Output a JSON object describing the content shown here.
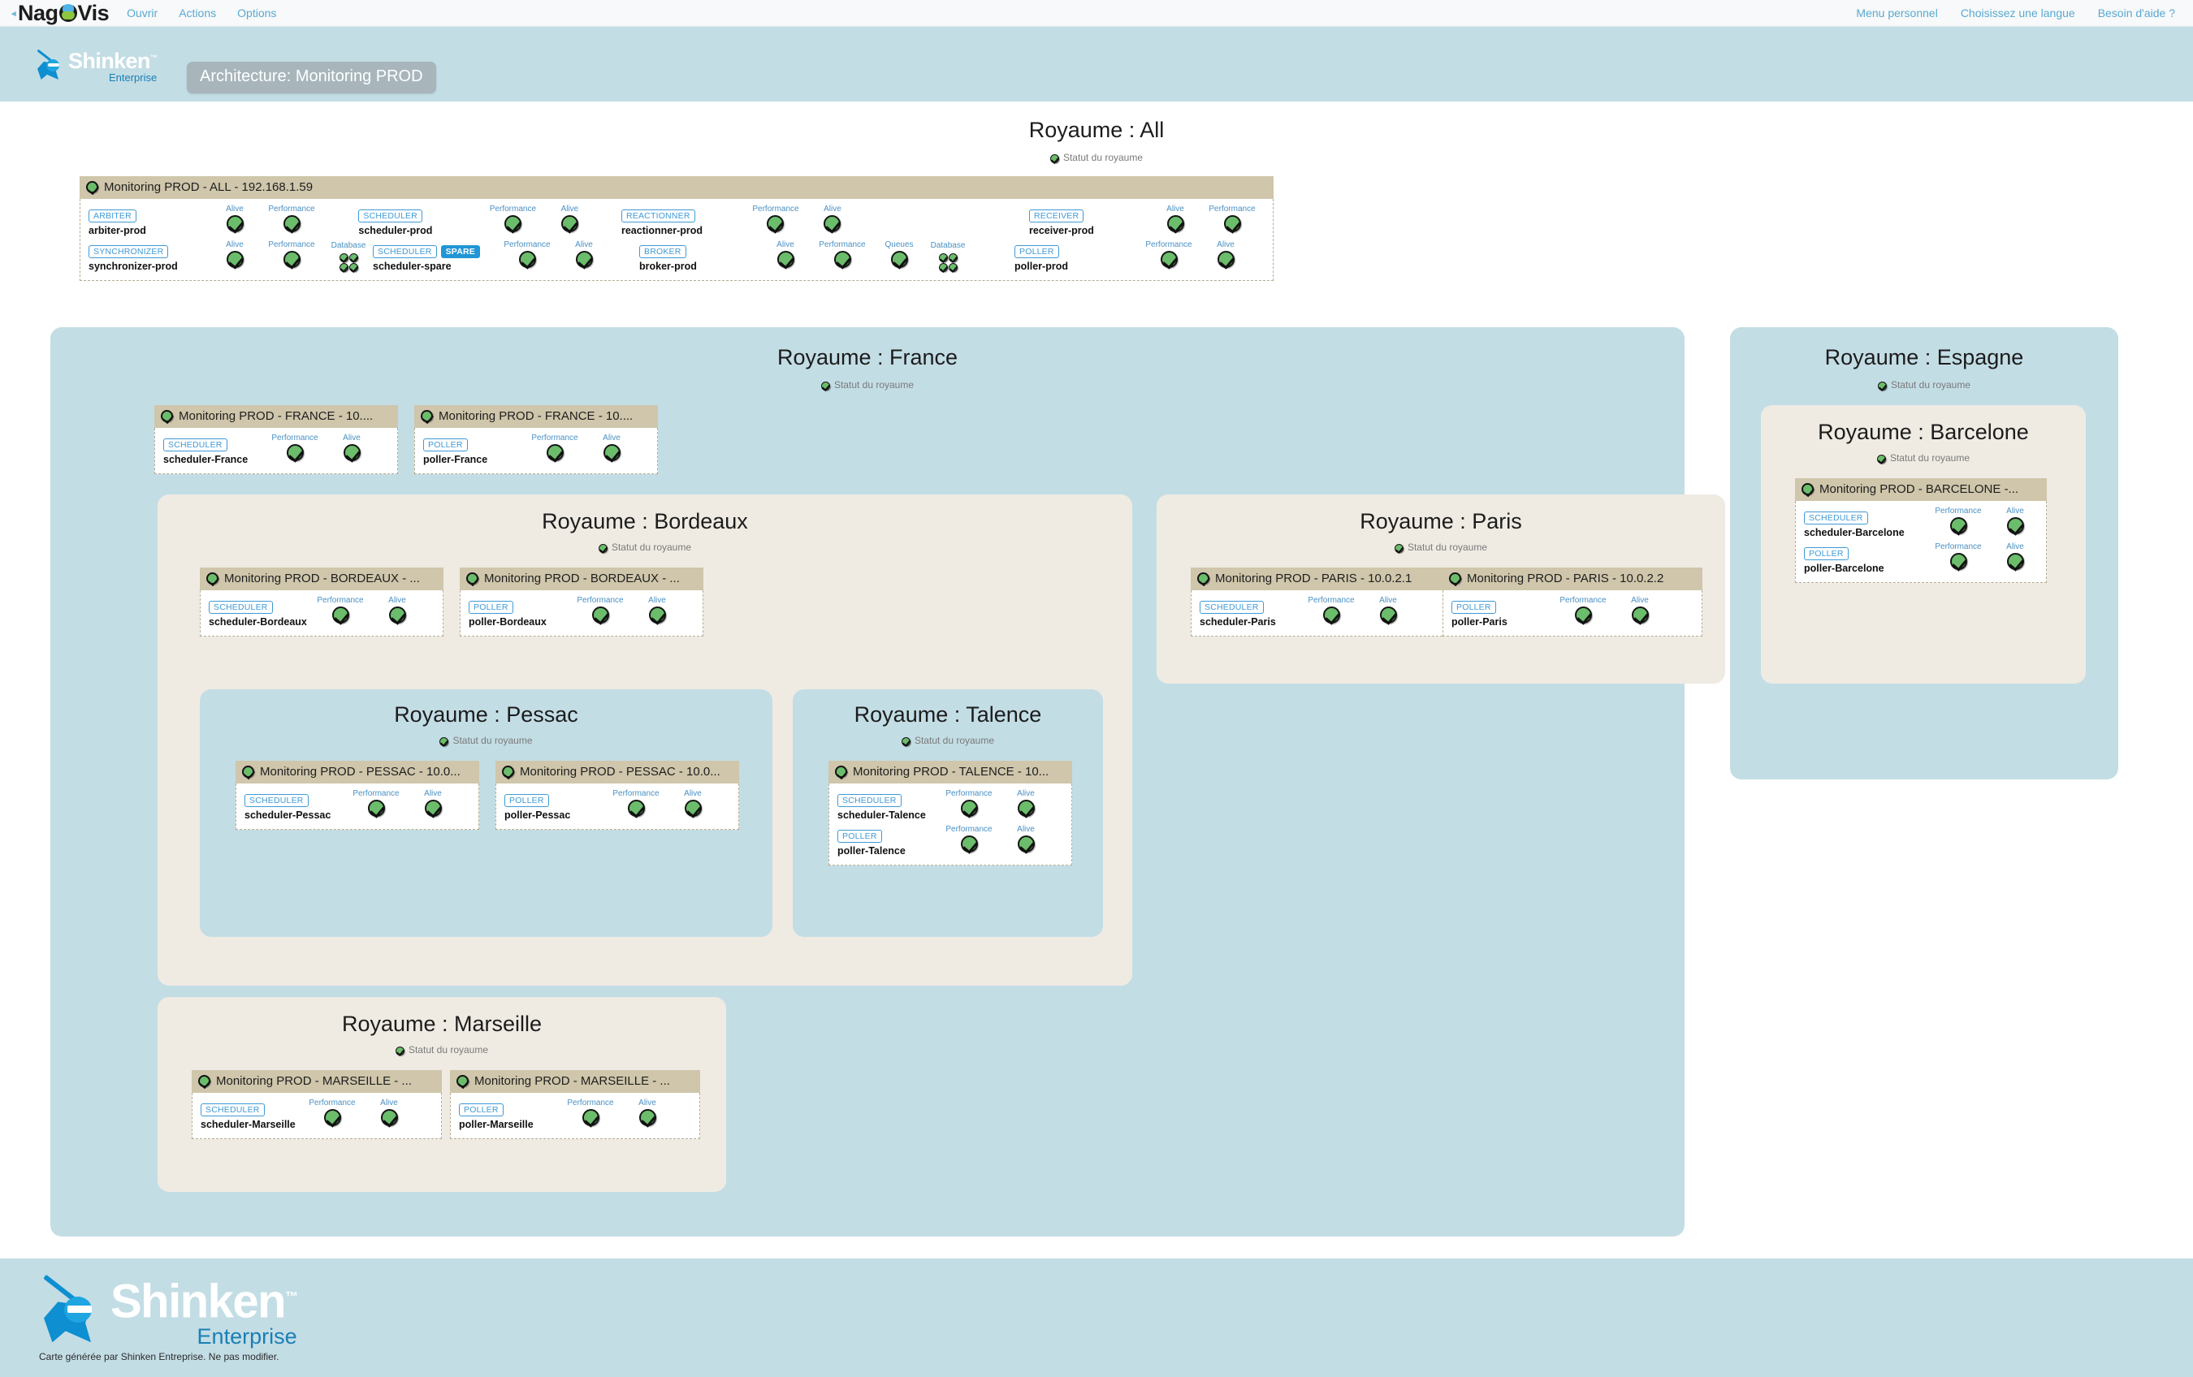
{
  "topbar": {
    "brand": "NagVis",
    "menu_left": [
      "Ouvrir",
      "Actions",
      "Options"
    ],
    "menu_right": [
      "Menu personnel",
      "Choisissez une langue",
      "Besoin d'aide ?"
    ]
  },
  "header": {
    "product": "Shinken",
    "product_tm": "™",
    "edition": "Enterprise",
    "map_title": "Architecture: Monitoring PROD"
  },
  "labels": {
    "realm_status": "Statut du royaume",
    "alive": "Alive",
    "performance": "Performance",
    "database": "Database",
    "queues": "Queues"
  },
  "tags": {
    "arbiter": "ARBITER",
    "synchronizer": "SYNCHRONIZER",
    "scheduler": "SCHEDULER",
    "spare": "SPARE",
    "reactionner": "REACTIONNER",
    "broker": "BROKER",
    "receiver": "RECEIVER",
    "poller": "POLLER"
  },
  "realms": {
    "all": {
      "title": "Royaume : All",
      "host": "Monitoring PROD - ALL - 192.168.1.59",
      "daemons": [
        {
          "tag": "ARBITER",
          "name": "arbiter-prod",
          "services": [
            "Alive",
            "Performance"
          ]
        },
        {
          "tag": "SYNCHRONIZER",
          "name": "synchronizer-prod",
          "services": [
            "Alive",
            "Performance",
            "Database"
          ]
        },
        {
          "tag": "SCHEDULER",
          "name": "scheduler-prod",
          "services": [
            "Performance",
            "Alive"
          ]
        },
        {
          "tag": "SCHEDULER",
          "spare": "SPARE",
          "name": "scheduler-spare",
          "services": [
            "Performance",
            "Alive"
          ]
        },
        {
          "tag": "REACTIONNER",
          "name": "reactionner-prod",
          "services": [
            "Performance",
            "Alive"
          ]
        },
        {
          "tag": "BROKER",
          "name": "broker-prod",
          "services": [
            "Alive",
            "Performance",
            "Queues",
            "Database"
          ]
        },
        {
          "tag": "RECEIVER",
          "name": "receiver-prod",
          "services": [
            "Alive",
            "Performance"
          ]
        },
        {
          "tag": "POLLER",
          "name": "poller-prod",
          "services": [
            "Performance",
            "Alive"
          ]
        }
      ]
    },
    "france": {
      "title": "Royaume : France",
      "hosts": [
        {
          "header": "Monitoring PROD - FRANCE - 10....",
          "tag": "SCHEDULER",
          "name": "scheduler-France",
          "services": [
            "Performance",
            "Alive"
          ]
        },
        {
          "header": "Monitoring PROD - FRANCE - 10....",
          "tag": "POLLER",
          "name": "poller-France",
          "services": [
            "Performance",
            "Alive"
          ]
        }
      ]
    },
    "bordeaux": {
      "title": "Royaume : Bordeaux",
      "hosts": [
        {
          "header": "Monitoring PROD - BORDEAUX - ...",
          "tag": "SCHEDULER",
          "name": "scheduler-Bordeaux",
          "services": [
            "Performance",
            "Alive"
          ]
        },
        {
          "header": "Monitoring PROD - BORDEAUX - ...",
          "tag": "POLLER",
          "name": "poller-Bordeaux",
          "services": [
            "Performance",
            "Alive"
          ]
        }
      ]
    },
    "pessac": {
      "title": "Royaume : Pessac",
      "hosts": [
        {
          "header": "Monitoring PROD - PESSAC - 10.0...",
          "tag": "SCHEDULER",
          "name": "scheduler-Pessac",
          "services": [
            "Performance",
            "Alive"
          ]
        },
        {
          "header": "Monitoring PROD - PESSAC - 10.0...",
          "tag": "POLLER",
          "name": "poller-Pessac",
          "services": [
            "Performance",
            "Alive"
          ]
        }
      ]
    },
    "talence": {
      "title": "Royaume : Talence",
      "host_header": "Monitoring PROD - TALENCE - 10...",
      "daemons": [
        {
          "tag": "SCHEDULER",
          "name": "scheduler-Talence",
          "services": [
            "Performance",
            "Alive"
          ]
        },
        {
          "tag": "POLLER",
          "name": "poller-Talence",
          "services": [
            "Performance",
            "Alive"
          ]
        }
      ]
    },
    "paris": {
      "title": "Royaume : Paris",
      "hosts": [
        {
          "header": "Monitoring PROD - PARIS - 10.0.2.1",
          "tag": "SCHEDULER",
          "name": "scheduler-Paris",
          "services": [
            "Performance",
            "Alive"
          ]
        },
        {
          "header": "Monitoring PROD - PARIS - 10.0.2.2",
          "tag": "POLLER",
          "name": "poller-Paris",
          "services": [
            "Performance",
            "Alive"
          ]
        }
      ]
    },
    "marseille": {
      "title": "Royaume : Marseille",
      "hosts": [
        {
          "header": "Monitoring PROD - MARSEILLE - ...",
          "tag": "SCHEDULER",
          "name": "scheduler-Marseille",
          "services": [
            "Performance",
            "Alive"
          ]
        },
        {
          "header": "Monitoring PROD - MARSEILLE - ...",
          "tag": "POLLER",
          "name": "poller-Marseille",
          "services": [
            "Performance",
            "Alive"
          ]
        }
      ]
    },
    "espagne": {
      "title": "Royaume : Espagne"
    },
    "barcelone": {
      "title": "Royaume : Barcelone",
      "host_header": "Monitoring PROD - BARCELONE -...",
      "daemons": [
        {
          "tag": "SCHEDULER",
          "name": "scheduler-Barcelone",
          "services": [
            "Performance",
            "Alive"
          ]
        },
        {
          "tag": "POLLER",
          "name": "poller-Barcelone",
          "services": [
            "Performance",
            "Alive"
          ]
        }
      ]
    }
  },
  "footer": {
    "product": "Shinken",
    "product_tm": "™",
    "edition": "Enterprise",
    "note": "Carte générée par Shinken Entreprise. Ne pas modifier."
  },
  "colors": {
    "realm_blue": "#c3dde5",
    "realm_beige": "#efebe3",
    "host_header": "#cfc6ab",
    "tag_blue": "#3f9ad6",
    "spare_blue": "#2196d6",
    "ok_green": "#6bbd6b"
  }
}
